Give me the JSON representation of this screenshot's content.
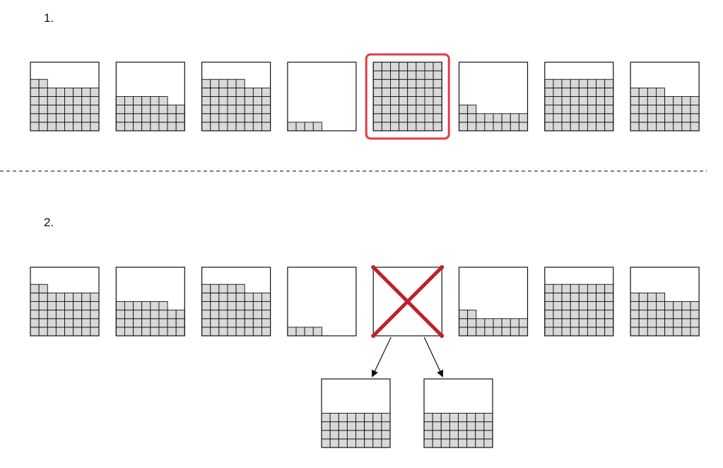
{
  "steps": [
    {
      "label": "1.",
      "buckets": [
        {
          "fills": [
            6,
            6,
            5,
            5,
            5,
            5,
            5,
            5
          ],
          "highlighted": false,
          "removed": false
        },
        {
          "fills": [
            4,
            4,
            4,
            4,
            4,
            4,
            3,
            3
          ],
          "highlighted": false,
          "removed": false
        },
        {
          "fills": [
            6,
            6,
            6,
            6,
            6,
            5,
            5,
            5
          ],
          "highlighted": false,
          "removed": false
        },
        {
          "fills": [
            1,
            1,
            1,
            1,
            0,
            0,
            0,
            0
          ],
          "highlighted": false,
          "removed": false
        },
        {
          "fills": [
            8,
            8,
            8,
            8,
            8,
            8,
            8,
            8
          ],
          "highlighted": true,
          "removed": false
        },
        {
          "fills": [
            3,
            3,
            2,
            2,
            2,
            2,
            2,
            2
          ],
          "highlighted": false,
          "removed": false
        },
        {
          "fills": [
            6,
            6,
            6,
            6,
            6,
            6,
            6,
            6
          ],
          "highlighted": false,
          "removed": false
        },
        {
          "fills": [
            5,
            5,
            5,
            5,
            4,
            4,
            4,
            4
          ],
          "highlighted": false,
          "removed": false
        }
      ]
    },
    {
      "label": "2.",
      "buckets": [
        {
          "fills": [
            6,
            6,
            5,
            5,
            5,
            5,
            5,
            5
          ],
          "highlighted": false,
          "removed": false
        },
        {
          "fills": [
            4,
            4,
            4,
            4,
            4,
            4,
            3,
            3
          ],
          "highlighted": false,
          "removed": false
        },
        {
          "fills": [
            6,
            6,
            6,
            6,
            6,
            5,
            5,
            5
          ],
          "highlighted": false,
          "removed": false
        },
        {
          "fills": [
            1,
            1,
            1,
            1,
            0,
            0,
            0,
            0
          ],
          "highlighted": false,
          "removed": false
        },
        {
          "fills": [
            0,
            0,
            0,
            0,
            0,
            0,
            0,
            0
          ],
          "highlighted": false,
          "removed": true
        },
        {
          "fills": [
            3,
            3,
            2,
            2,
            2,
            2,
            2,
            2
          ],
          "highlighted": false,
          "removed": false
        },
        {
          "fills": [
            6,
            6,
            6,
            6,
            6,
            6,
            6,
            6
          ],
          "highlighted": false,
          "removed": false
        },
        {
          "fills": [
            5,
            5,
            5,
            5,
            4,
            4,
            4,
            4
          ],
          "highlighted": false,
          "removed": false
        }
      ],
      "split_into": [
        {
          "fills": [
            4,
            4,
            4,
            4,
            4,
            4,
            4,
            4
          ]
        },
        {
          "fills": [
            4,
            4,
            4,
            4,
            4,
            4,
            4,
            4
          ]
        }
      ]
    }
  ],
  "colors": {
    "cell_fill": "#d9d9d9",
    "outline": "#111111",
    "highlight": "#e23b46",
    "removed_cross": "#c0202a",
    "divider": "#555555",
    "arrow": "#111111"
  },
  "icons": {
    "removed_marker": "red-x-cross",
    "split_arrow": "arrow-down"
  }
}
